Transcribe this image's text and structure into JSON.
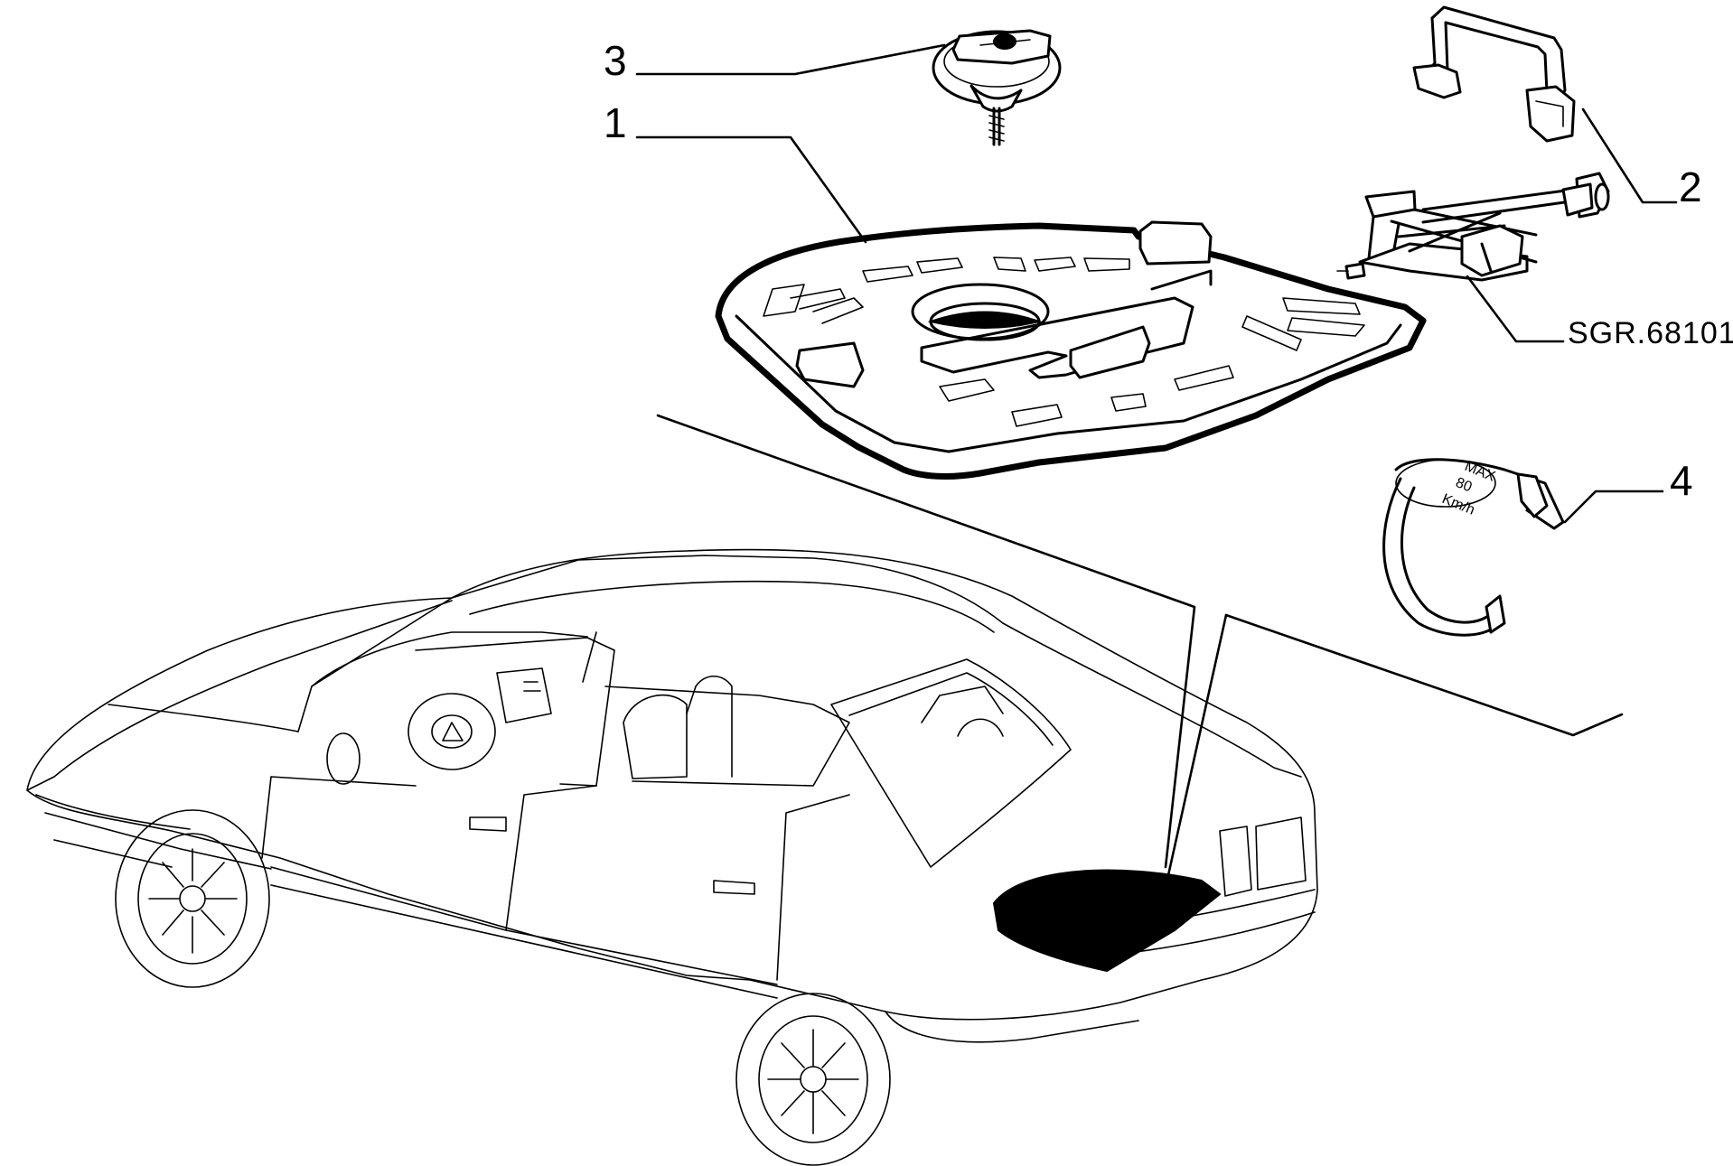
{
  "diagram": {
    "callouts": {
      "part_1": "1",
      "part_2": "2",
      "part_3": "3",
      "part_4": "4"
    },
    "reference_code": "SGR.68101",
    "strap_marking": {
      "line1": "MAX",
      "line2": "80",
      "line3": "Km/h"
    },
    "colors": {
      "ink": "#000000",
      "paper": "#ffffff"
    }
  }
}
